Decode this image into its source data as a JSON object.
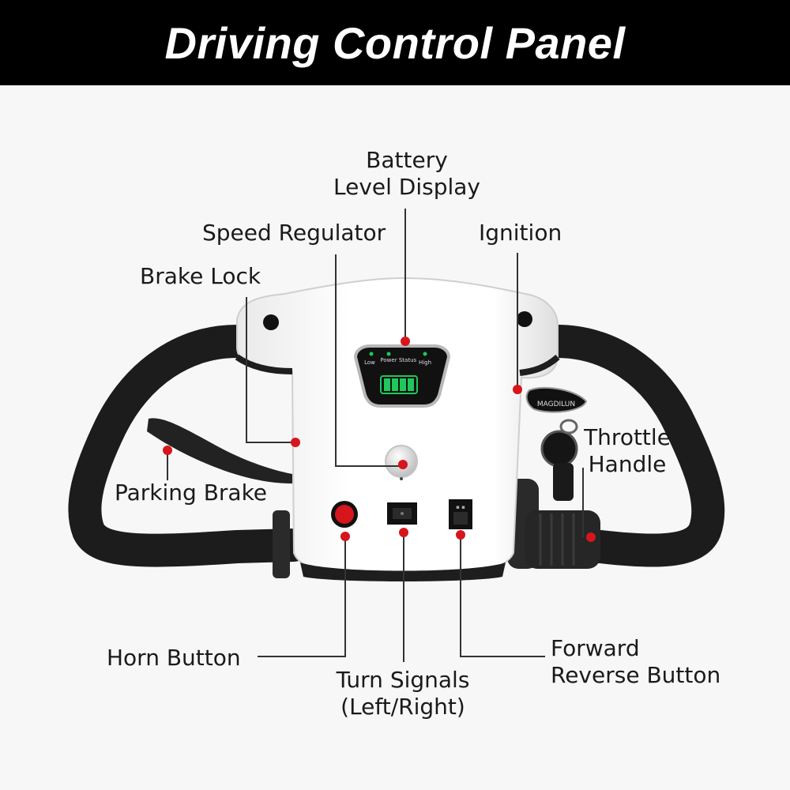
{
  "title": "Driving Control Panel",
  "colors": {
    "accent": "#d6151c",
    "header_bg": "#000000",
    "handle": "#1c1c1c",
    "console": "#ffffff",
    "led": "#1ec85a"
  },
  "display": {
    "legends": [
      "Low",
      "Power",
      "Status",
      "High"
    ],
    "battery_bars_lit": 4
  },
  "key_tag": "MAGDILUN",
  "labels": {
    "battery_level_display": {
      "line1": "Battery",
      "line2": "Level Display"
    },
    "speed_regulator": "Speed Regulator",
    "ignition": "Ignition",
    "brake_lock": "Brake Lock",
    "throttle_handle": {
      "line1": "Throttle",
      "line2": "Handle"
    },
    "parking_brake": "Parking Brake",
    "horn_button": "Horn Button",
    "turn_signals": {
      "line1": "Turn Signals",
      "line2": "(Left/Right)"
    },
    "forward_reverse_button": {
      "line1": "Forward",
      "line2": "Reverse Button"
    }
  }
}
